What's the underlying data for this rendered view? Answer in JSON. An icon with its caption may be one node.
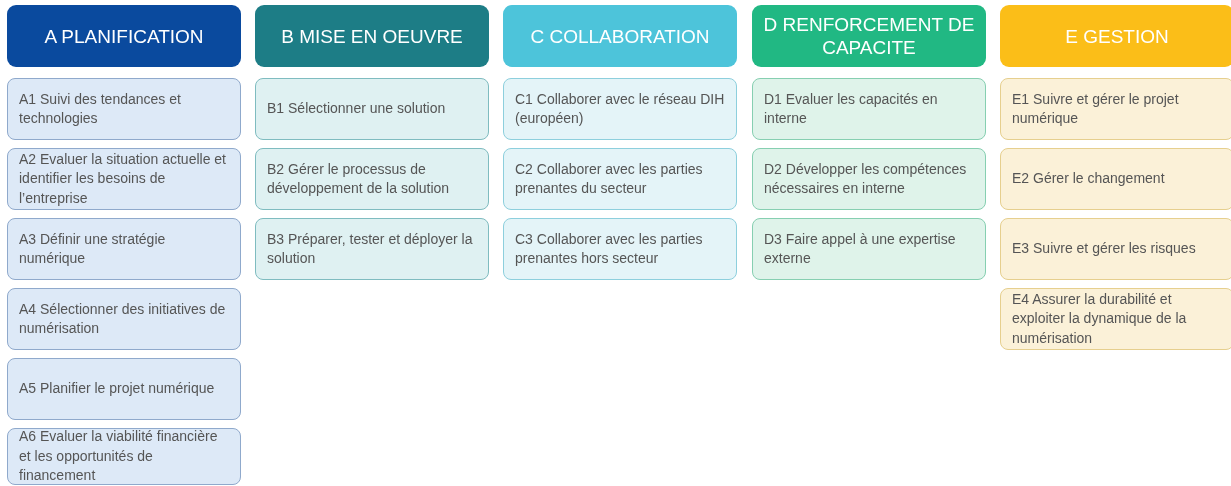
{
  "diagram": {
    "nodes": [
      {
        "text": [
          "A PLANIFICATION"
        ]
      },
      {
        "text": [
          "A1 Suivi des tendances et technologies"
        ]
      },
      {
        "text": [
          "A2 Evaluer la situation actuelle et identifier les besoins de l’entreprise"
        ]
      },
      {
        "text": [
          "A3 Définir une stratégie numérique"
        ]
      },
      {
        "text": [
          "A4 Sélectionner des initiatives de numérisation"
        ]
      },
      {
        "text": [
          "A5 Planifier le projet numérique"
        ]
      },
      {
        "text": [
          "A6 Evaluer la viabilité financière et les opportunités de financement"
        ]
      },
      {
        "text": [
          "B MISE EN OEUVRE"
        ]
      },
      {
        "text": [
          "B1 Sélectionner une solution"
        ]
      },
      {
        "text": [
          "B2 Gérer le processus de développement de la solution"
        ]
      },
      {
        "text": [
          "B3 Préparer, tester et déployer la solution"
        ]
      },
      {
        "text": [
          "C COLLABORATION"
        ]
      },
      {
        "text": [
          "C1 Collaborer avec le réseau DIH (européen)"
        ]
      },
      {
        "text": [
          "C2 Collaborer avec les parties prenantes du secteur"
        ]
      },
      {
        "text": [
          "C3 Collaborer avec les parties prenantes hors secteur"
        ]
      },
      {
        "text": [
          "D RENFORCEMENT DE CAPACITE"
        ]
      },
      {
        "text": [
          "D1 Evaluer les capacités en interne"
        ]
      },
      {
        "text": [
          "D2 Développer les compétences nécessaires en interne"
        ]
      },
      {
        "text": [
          "D3 Faire appel à une expertise externe"
        ]
      },
      {
        "text": [
          "E GESTION"
        ]
      },
      {
        "text": [
          "E1 Suivre et gérer le projet numérique"
        ]
      },
      {
        "text": [
          "E2 Gérer le changement"
        ]
      },
      {
        "text": [
          "E3 Suivre et gérer les risques"
        ]
      },
      {
        "text": [
          "E4 Assurer la durabilité et exploiter la dynamique de la numérisation"
        ]
      }
    ],
    "edges": []
  }
}
